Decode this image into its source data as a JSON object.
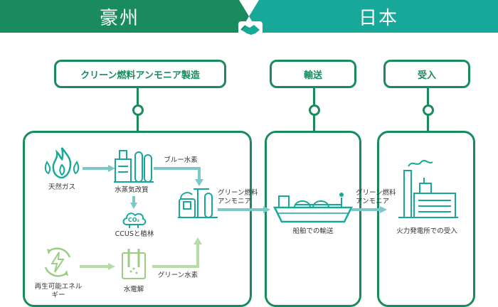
{
  "header": {
    "left_title": "豪州",
    "right_title": "日本",
    "center_icon": "handshake-icon",
    "colors": {
      "green": "#1a8b5d",
      "teal": "#18a89a"
    }
  },
  "stages": {
    "production": "クリーン燃料アンモニア製造",
    "transport": "輸送",
    "receiving": "受入"
  },
  "production_items": {
    "natural_gas": "天然ガス",
    "steam_reforming": "水蒸気改質",
    "blue_hydrogen": "ブルー水素",
    "ccus": "CCUSと植林",
    "co2_badge": "CO₂",
    "renewable_line1": "再生可能エネル",
    "renewable_line2": "ギー",
    "electrolysis": "水電解",
    "green_hydrogen": "グリーン水素",
    "ammonia_out_line1": "グリーン燃料",
    "ammonia_out_line2": "アンモニア"
  },
  "transport_items": {
    "ship_caption": "船舶での輸送",
    "ammonia_out_line1": "グリーン燃料",
    "ammonia_out_line2": "アンモニア"
  },
  "receiving_items": {
    "plant_caption": "火力発電所での受入"
  }
}
